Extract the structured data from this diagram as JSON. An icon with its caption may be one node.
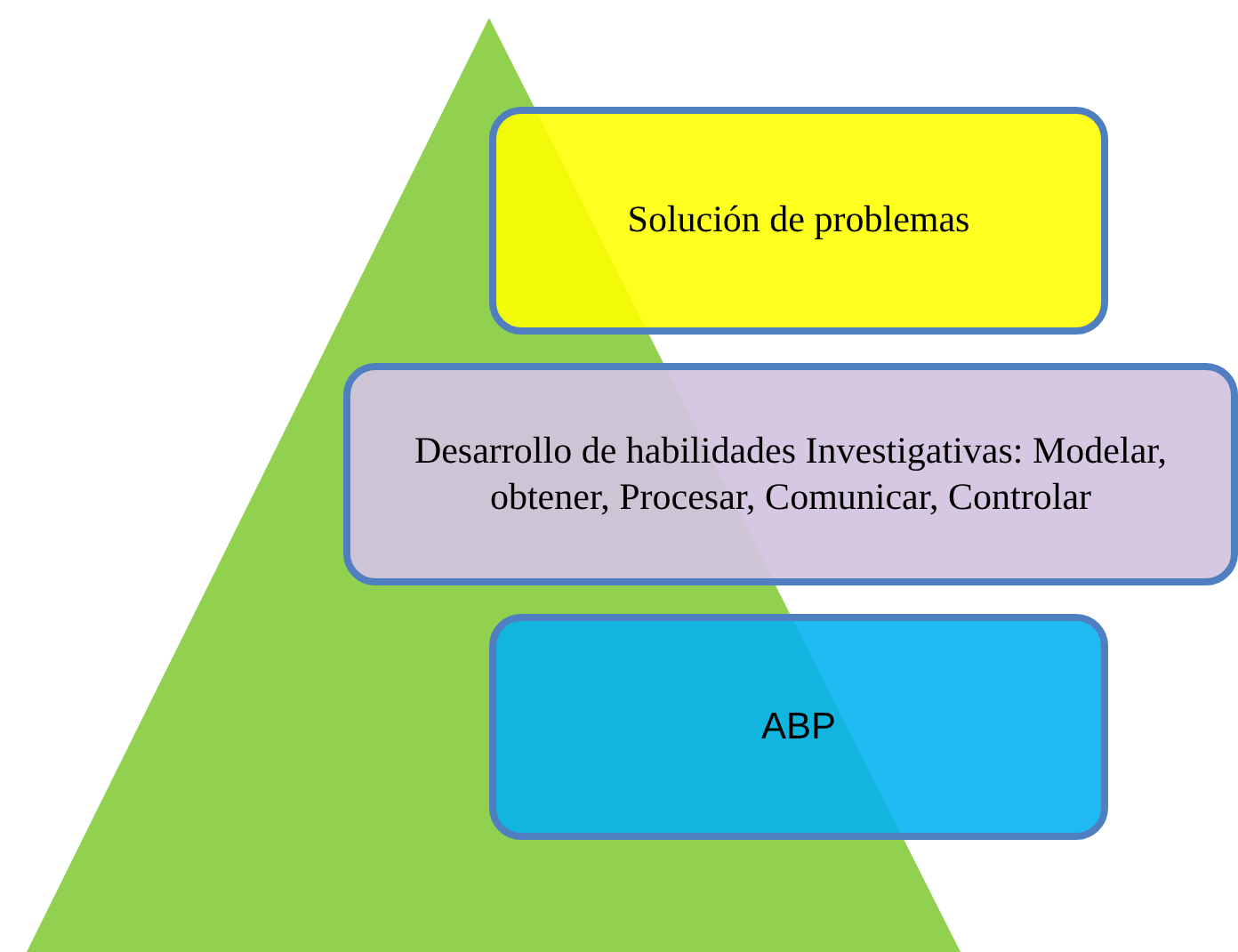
{
  "diagram": {
    "nodes": [
      {
        "text": [
          "Solución de problemas"
        ]
      },
      {
        "text": [
          "Desarrollo de habilidades Investigativas: Modelar, obtener, Procesar, Comunicar, Controlar"
        ]
      },
      {
        "text": [
          "ABP"
        ]
      }
    ]
  }
}
